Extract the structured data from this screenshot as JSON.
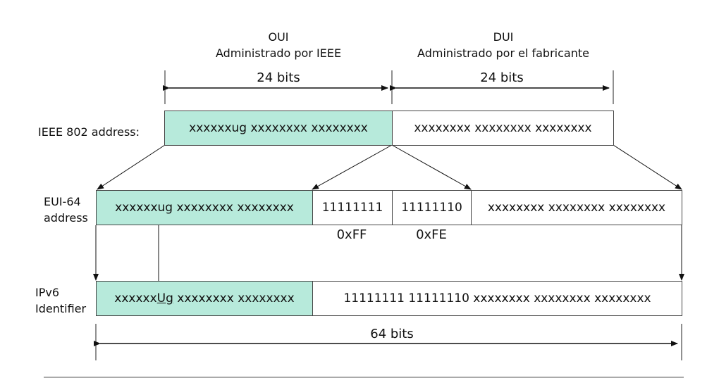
{
  "header": {
    "oui_title": "OUI",
    "oui_subtitle": "Administrado por IEEE",
    "dui_title": "DUI",
    "dui_subtitle": "Administrado por el fabricante",
    "oui_bits": "24 bits",
    "dui_bits": "24 bits"
  },
  "ieee802": {
    "label": "IEEE 802 address:",
    "oui_value": "xxxxxxug xxxxxxxx xxxxxxxx",
    "dui_value": "xxxxxxxx xxxxxxxx xxxxxxxx"
  },
  "eui64": {
    "label_line1": "EUI-64",
    "label_line2": "address",
    "oui_value": "xxxxxxug xxxxxxxx xxxxxxxx",
    "ff_value": "11111111",
    "fe_value": "11111110",
    "dui_value": "xxxxxxxx xxxxxxxx xxxxxxxx",
    "ff_hex": "0xFF",
    "fe_hex": "0xFE"
  },
  "ipv6": {
    "label_line1": "IPv6",
    "label_line2": "Identifier",
    "oui_prefix": "xxxxxx",
    "oui_flag": "Ug",
    "oui_rest": " xxxxxxxx xxxxxxxx",
    "rest_value": "11111111 11111110 xxxxxxxx xxxxxxxx xxxxxxxx"
  },
  "total_bits": "64 bits",
  "colors": {
    "teal": "#b7eadb",
    "line": "#111111"
  }
}
